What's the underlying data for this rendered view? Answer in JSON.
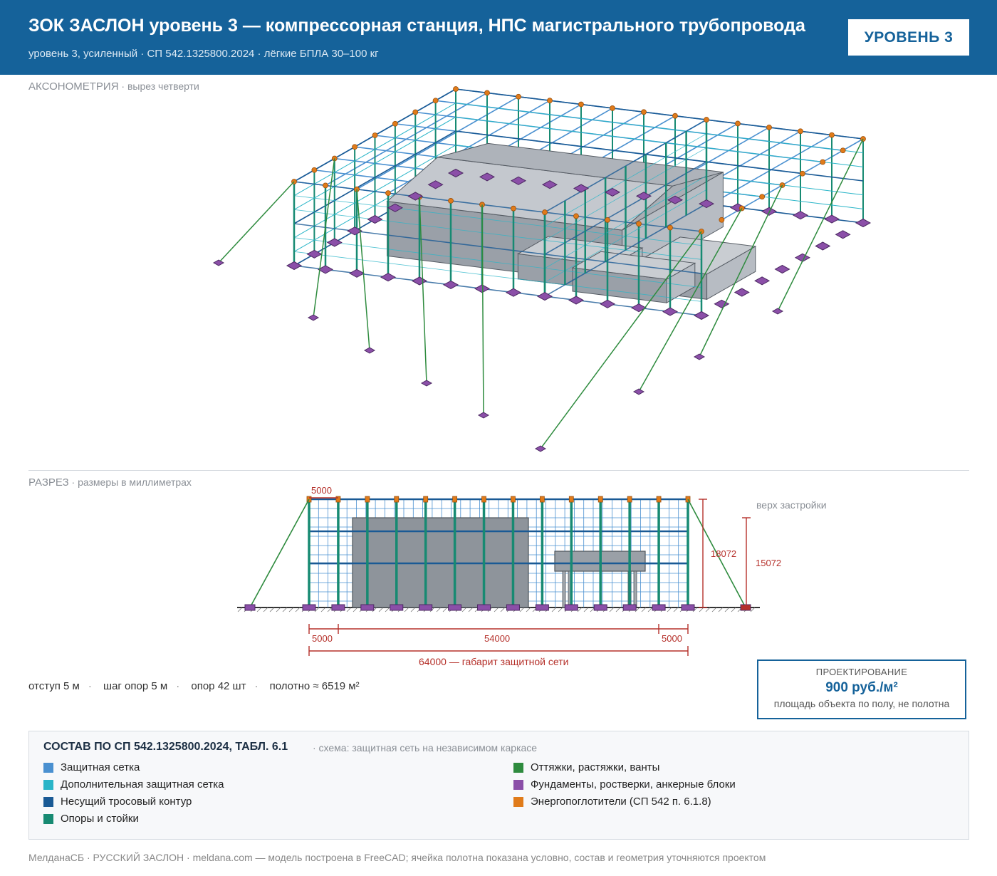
{
  "header": {
    "title": "ЗОК ЗАСЛОН уровень 3 — компрессорная станция, НПС магистрального трубопровода",
    "subtitle": "уровень 3, усиленный · СП 542.1325800.2024 · лёгкие БПЛА 30–100 кг",
    "badge": "УРОВЕНЬ 3"
  },
  "axo": {
    "label": "АКСОНОМЕТРИЯ",
    "label_note": "· вырез четверти"
  },
  "section": {
    "label": "РАЗРЕЗ",
    "label_note": "· размеры в миллиметрах",
    "top_note": "верх застройки",
    "dim_top": "5000",
    "dim_height_total": "18072",
    "dim_height_building": "15072",
    "dim_left": "5000",
    "dim_middle": "54000",
    "dim_right": "5000",
    "dim_overall": "64000 — габарит защитной сети"
  },
  "stats": {
    "offset": "отступ 5 м",
    "pitch": "шаг опор 5 м",
    "supports": "опор 42 шт",
    "canvas": "полотно ≈ 6519 м²"
  },
  "price": {
    "label": "ПРОЕКТИРОВАНИЕ",
    "value": "900 руб./м²",
    "note": "площадь объекта по полу, не полотна"
  },
  "legend": {
    "title": "СОСТАВ ПО СП 542.1325800.2024, ТАБЛ. 6.1",
    "subtitle": "· схема: защитная сеть на независимом каркасе",
    "items": [
      {
        "label": "Защитная сетка",
        "color": "#4a90d0"
      },
      {
        "label": "Дополнительная защитная сетка",
        "color": "#2ab5c8"
      },
      {
        "label": "Несущий тросовый контур",
        "color": "#1a5a95"
      },
      {
        "label": "Опоры и стойки",
        "color": "#178a72"
      },
      {
        "label": "Оттяжки, растяжки, ванты",
        "color": "#2e8b3e"
      },
      {
        "label": "Фундаменты, ростверки, анкерные блоки",
        "color": "#8b4fa8"
      },
      {
        "label": "Энергопоглотители (СП 542 п. 6.1.8)",
        "color": "#e07b1a"
      }
    ]
  },
  "footer": "МелданаСБ · РУССКИЙ ЗАСЛОН · meldana.com — модель построена в FreeCAD; ячейка полотна показана условно, состав и геометрия уточняются проектом"
}
